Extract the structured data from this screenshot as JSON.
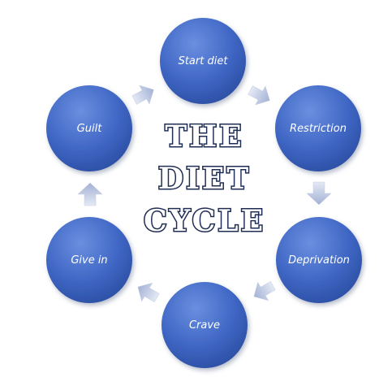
{
  "title": {
    "line1": "THE",
    "line2": "DIET",
    "line3": "CYCLE"
  },
  "nodes": [
    {
      "id": "start-diet",
      "label": "Start diet"
    },
    {
      "id": "restriction",
      "label": "Restriction"
    },
    {
      "id": "deprivation",
      "label": "Deprivation"
    },
    {
      "id": "crave",
      "label": "Crave"
    },
    {
      "id": "give-in",
      "label": "Give in"
    },
    {
      "id": "guilt",
      "label": "Guilt"
    }
  ],
  "colors": {
    "node_fill_light": "#5a80d8",
    "node_fill_dark": "#2b4fa3",
    "node_shadow": "#9aa6c0",
    "arrow_light": "#dbe2f1",
    "arrow_dark": "#a9b6d6",
    "title_outline": "#1f2d55"
  }
}
